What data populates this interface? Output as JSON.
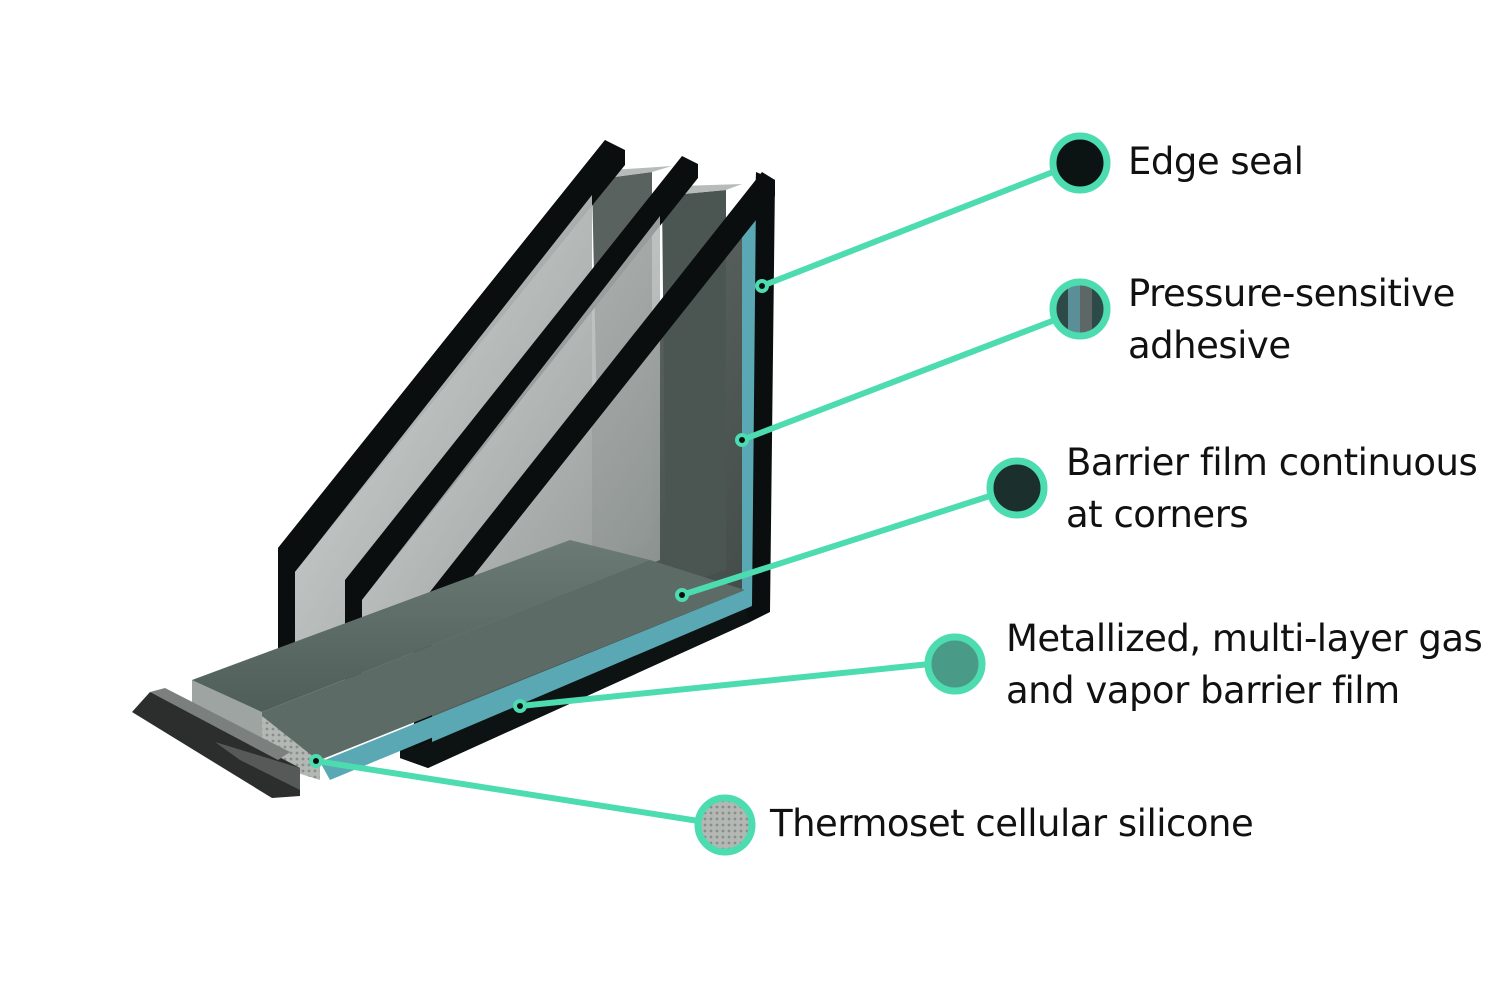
{
  "colors": {
    "accent": "#4ddbb0",
    "frame": "#0a0e0e",
    "glass_light": "#c4c8c8",
    "spacer": "#5c6a66",
    "film": "#5aa8b4"
  },
  "callouts": [
    {
      "id": "edge-seal",
      "lines": [
        "Edge seal"
      ],
      "swatch": "#0b1313",
      "swatch_style": "solid"
    },
    {
      "id": "pressure-sensitive-adhesive",
      "lines": [
        "Pressure-sensitive",
        "adhesive"
      ],
      "swatch": "#3a5556",
      "swatch_style": "striped"
    },
    {
      "id": "barrier-film-continuous",
      "lines": [
        "Barrier film continuous",
        "at corners"
      ],
      "swatch": "#1b2f2c",
      "swatch_style": "solid"
    },
    {
      "id": "metallized-barrier-film",
      "lines": [
        "Metallized, multi-layer gas",
        "and vapor barrier film"
      ],
      "swatch": "#4a9a88",
      "swatch_style": "solid"
    },
    {
      "id": "thermoset-silicone",
      "lines": [
        "Thermoset cellular silicone"
      ],
      "swatch": "#a8aca8",
      "swatch_style": "textured"
    }
  ]
}
